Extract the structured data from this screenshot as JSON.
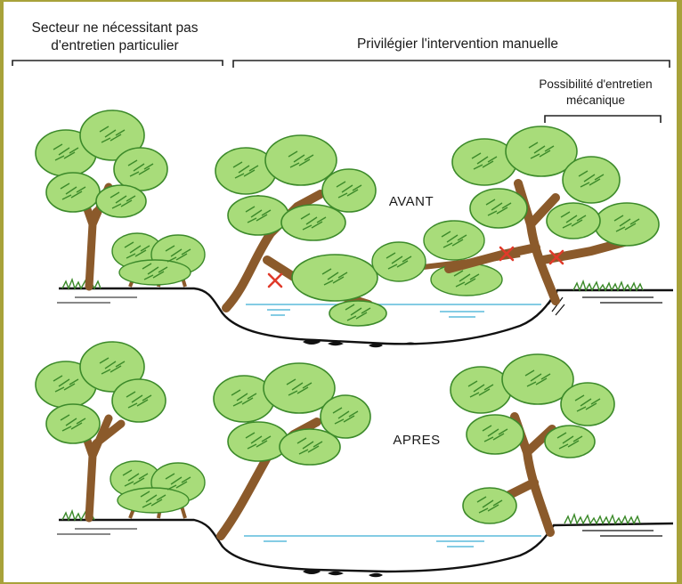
{
  "labels": {
    "left_sector_line1": "Secteur ne nécessitant pas",
    "left_sector_line2": "d'entretien particulier",
    "manual": "Privilégier l'intervention manuelle",
    "mechanical_line1": "Possibilité d'entretien",
    "mechanical_line2": "mécanique",
    "before": "AVANT",
    "after": "APRES"
  },
  "colors": {
    "foliage": "#7cc24a",
    "foliage_stroke": "#3c8a2a",
    "trunk": "#8b5a2b",
    "water": "#5bbcdc",
    "cut_mark": "#e03a2a",
    "frame": "#a8a23a"
  }
}
